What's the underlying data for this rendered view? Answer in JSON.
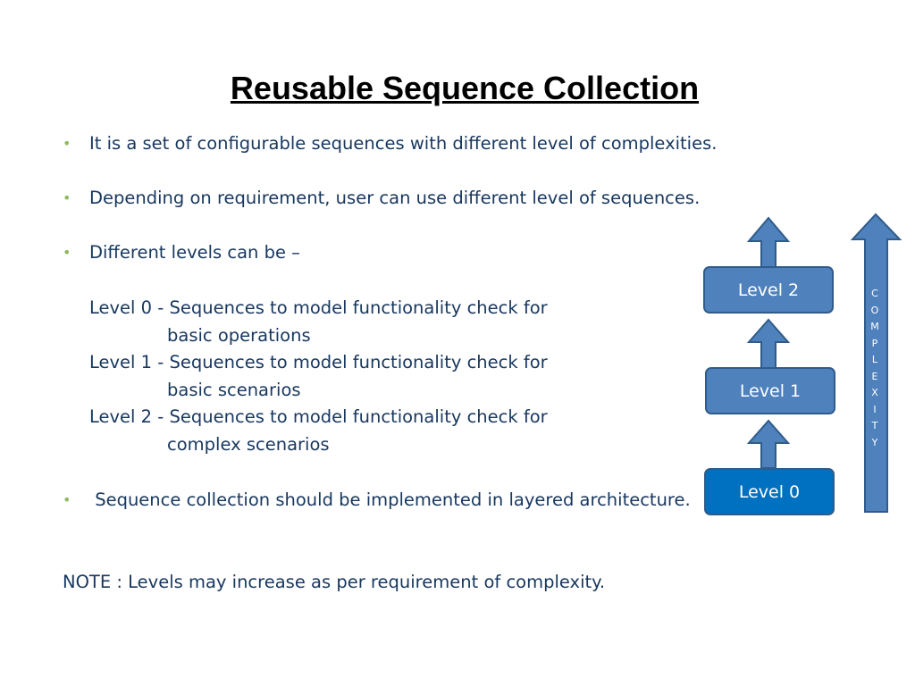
{
  "slide": {
    "title": "Reusable Sequence Collection",
    "bullets": [
      "It is a set of configurable sequences with different level of complexities.",
      "Depending on requirement, user can use different level of sequences.",
      "Different levels can be –",
      " Sequence collection should be implemented in layered architecture."
    ],
    "levels_desc": [
      {
        "line1": "Level 0 - Sequences to model functionality check for",
        "line2": "basic operations"
      },
      {
        "line1": "Level 1 - Sequences to model functionality check for",
        "line2": "basic scenarios"
      },
      {
        "line1": "Level 2 - Sequences to model functionality check for",
        "line2": "complex scenarios"
      }
    ],
    "note": "NOTE : Levels may increase as per requirement of complexity."
  },
  "diagram": {
    "boxes": [
      "Level 2",
      "Level 1",
      "Level 0"
    ],
    "complexity_letters": [
      "C",
      "O",
      "M",
      "P",
      "L",
      "E",
      "X",
      "I",
      "T",
      "Y"
    ],
    "colors": {
      "box_fill": "#4f81bd",
      "box_highlight_fill": "#0070c0",
      "arrow_fill": "#4f81bd",
      "stroke": "#2f5c8a",
      "text": "#17375e",
      "bullet": "#8fbc5a"
    }
  }
}
